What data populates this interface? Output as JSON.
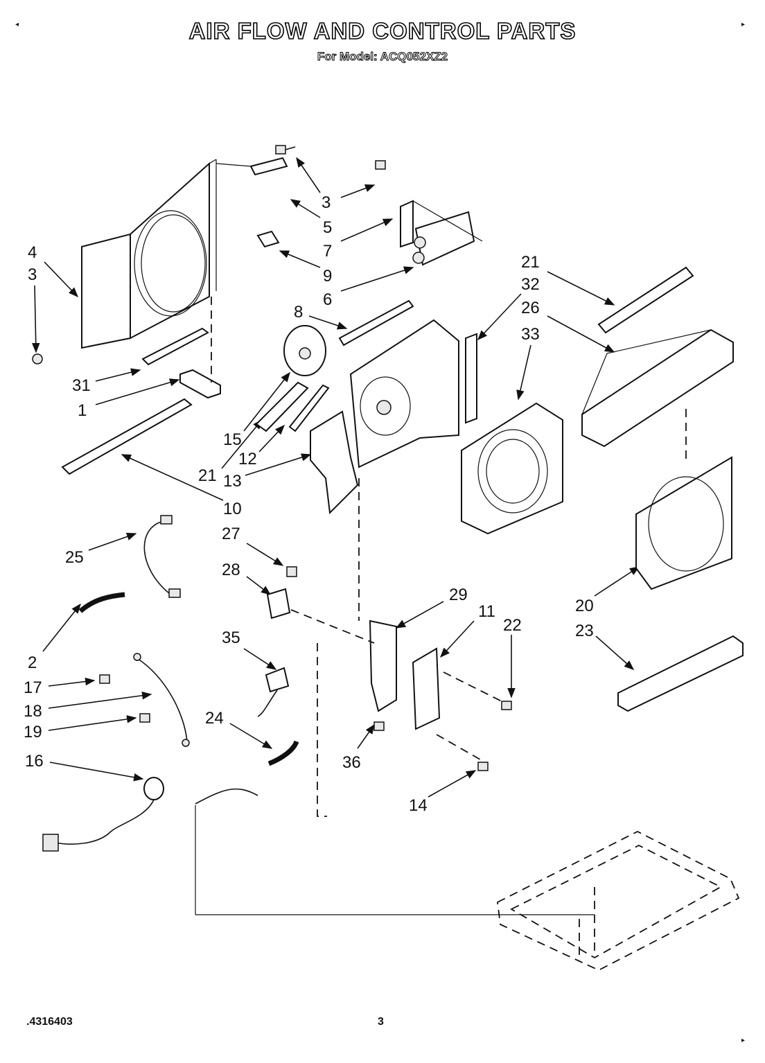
{
  "header": {
    "title": "AIR FLOW AND CONTROL PARTS",
    "subtitle": "For Model: ACQ052XZ2"
  },
  "footer": {
    "doc_number": ".4316403",
    "page_number": "3"
  },
  "callouts": [
    {
      "id": "c1",
      "label": "3"
    },
    {
      "id": "c2",
      "label": "5"
    },
    {
      "id": "c3",
      "label": "3"
    },
    {
      "id": "c4",
      "label": "7"
    },
    {
      "id": "c5",
      "label": "9"
    },
    {
      "id": "c6",
      "label": "6"
    },
    {
      "id": "c7",
      "label": "4"
    },
    {
      "id": "c8",
      "label": "3"
    },
    {
      "id": "c9",
      "label": "21"
    },
    {
      "id": "c10",
      "label": "32"
    },
    {
      "id": "c11",
      "label": "26"
    },
    {
      "id": "c12",
      "label": "8"
    },
    {
      "id": "c13",
      "label": "33"
    },
    {
      "id": "c14",
      "label": "31"
    },
    {
      "id": "c15",
      "label": "1"
    },
    {
      "id": "c16",
      "label": "15"
    },
    {
      "id": "c17",
      "label": "12"
    },
    {
      "id": "c18",
      "label": "21"
    },
    {
      "id": "c19",
      "label": "13"
    },
    {
      "id": "c20",
      "label": "10"
    },
    {
      "id": "c21",
      "label": "27"
    },
    {
      "id": "c22",
      "label": "25"
    },
    {
      "id": "c23",
      "label": "28"
    },
    {
      "id": "c24",
      "label": "29"
    },
    {
      "id": "c25",
      "label": "11"
    },
    {
      "id": "c26",
      "label": "22"
    },
    {
      "id": "c27",
      "label": "20"
    },
    {
      "id": "c28",
      "label": "23"
    },
    {
      "id": "c29",
      "label": "2"
    },
    {
      "id": "c30",
      "label": "35"
    },
    {
      "id": "c31",
      "label": "17"
    },
    {
      "id": "c32",
      "label": "18"
    },
    {
      "id": "c33",
      "label": "19"
    },
    {
      "id": "c34",
      "label": "24"
    },
    {
      "id": "c35",
      "label": "36"
    },
    {
      "id": "c36",
      "label": "16"
    },
    {
      "id": "c37",
      "label": "14"
    }
  ]
}
